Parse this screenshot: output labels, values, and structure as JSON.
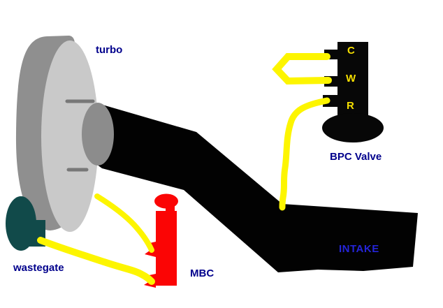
{
  "labels": {
    "turbo": "turbo",
    "wastegate": "wastegate",
    "mbc": "MBC",
    "bpc_valve": "BPC Valve",
    "intake": "INTAKE"
  },
  "bpc_ports": {
    "c": "C",
    "w": "W",
    "r": "R"
  },
  "colors": {
    "background": "#ffffff",
    "pipe_black": "#020202",
    "bpc_black": "#070707",
    "turbo_back_gray": "#8f8f8f",
    "turbo_face_gray": "#c9c9c9",
    "turbo_outlet_gray": "#8c8c8c",
    "outlet_line_gray": "#787878",
    "wastegate_teal": "#114a4a",
    "hose_yellow": "#fdf500",
    "mbc_red": "#fb0505",
    "label_navy": "#00008c",
    "intake_blue": "#2424d8",
    "port_yellow": "#f5df00"
  }
}
